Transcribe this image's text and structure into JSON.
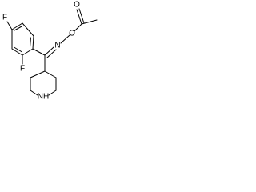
{
  "molecule": {
    "atom_labels": {
      "fluorine_top": "F",
      "fluorine_bottom": "F",
      "imine_nitrogen": "N",
      "ester_oxygen": "O",
      "carbonyl_oxygen": "O",
      "piperidine_nitrogen": "NH"
    }
  }
}
